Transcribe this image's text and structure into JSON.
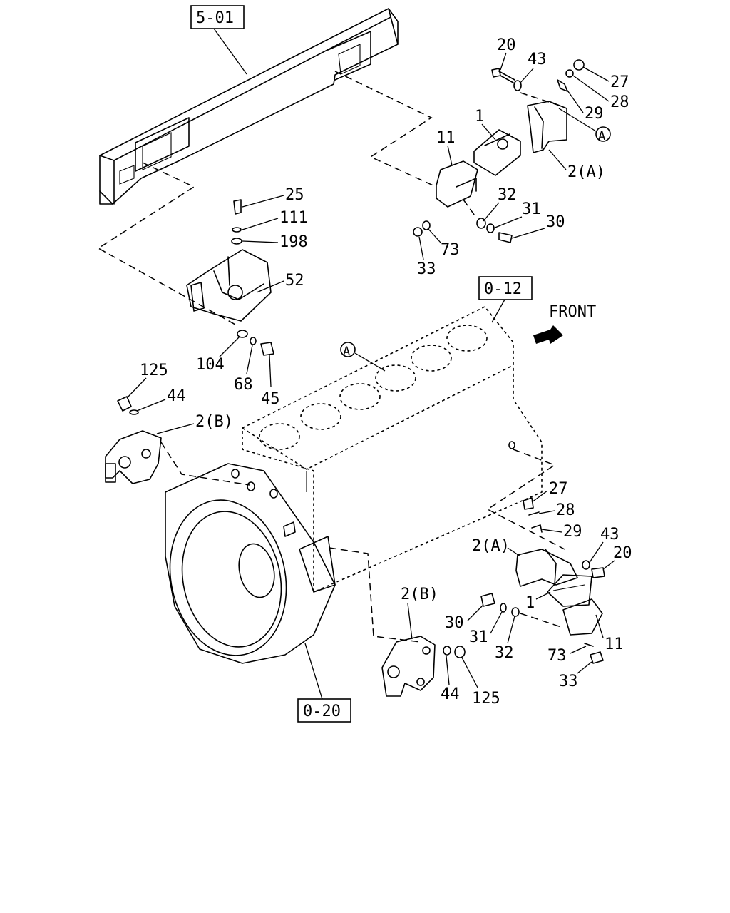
{
  "references": {
    "frame": "5-01",
    "engine": "0-12",
    "flywheel_housing": "0-20"
  },
  "direction_label": "FRONT",
  "circle_marker": "A",
  "callouts_rear_mount": [
    "20",
    "43",
    "27",
    "28",
    "29",
    "1",
    "11",
    "2(A)",
    "32",
    "31",
    "30",
    "73",
    "33"
  ],
  "callouts_front_mount": [
    "25",
    "111",
    "198",
    "52",
    "104",
    "68",
    "45"
  ],
  "callouts_left_bracket": [
    "125",
    "44",
    "2(B)"
  ],
  "callouts_right_mount": [
    "27",
    "28",
    "29",
    "43",
    "20",
    "2(A)",
    "1",
    "30",
    "31",
    "32",
    "11",
    "73",
    "33"
  ],
  "callouts_lower_bracket": [
    "2(B)",
    "44",
    "125"
  ],
  "colors": {
    "line": "#000000",
    "background": "#ffffff"
  }
}
